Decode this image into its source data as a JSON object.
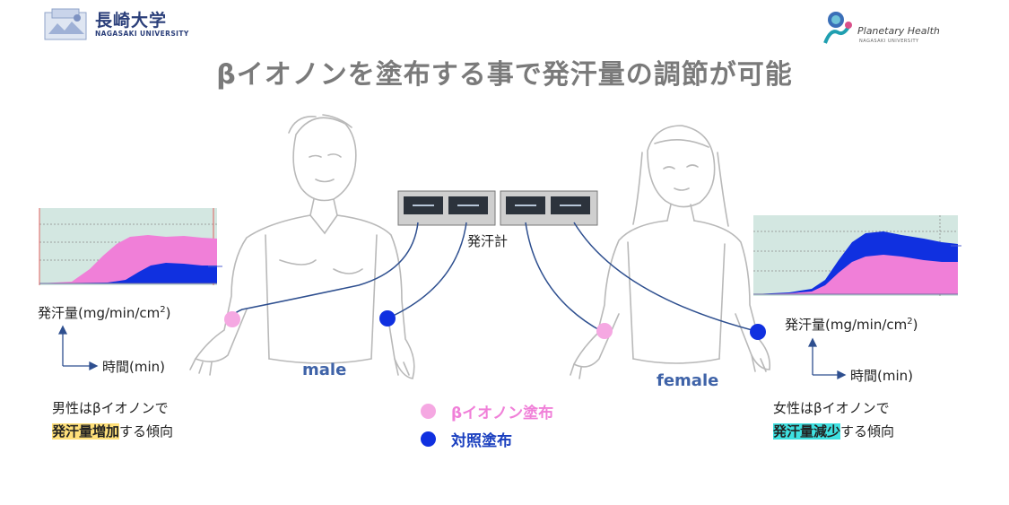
{
  "logos": {
    "left": {
      "name": "長崎大学",
      "sub": "NAGASAKI UNIVERSITY"
    },
    "right": {
      "name": "Planetary Health",
      "sub": "NAGASAKI UNIVERSITY"
    }
  },
  "title": "βイオノンを塗布する事で発汗量の調節が可能",
  "device_label": "発汗計",
  "male": {
    "label": "male",
    "y_axis_label": "発汗量(mg/min/cm",
    "y_axis_sup": "2",
    "y_axis_close": ")",
    "x_axis_label": "時間(min)",
    "note_line1": "男性はβイオノンで",
    "note_highlight": "発汗量増加",
    "note_rest": "する傾向"
  },
  "female": {
    "label": "female",
    "y_axis_label": "発汗量(mg/min/cm",
    "y_axis_sup": "2",
    "y_axis_close": ")",
    "x_axis_label": "時間(min)",
    "note_line1": "女性はβイオノンで",
    "note_highlight": "発汗量減少",
    "note_rest": "する傾向"
  },
  "legend": [
    {
      "label": "βイオノン塗布",
      "color": "#f07fd8"
    },
    {
      "label": "対照塗布",
      "color": "#1030e0"
    }
  ],
  "colors": {
    "pink": "#f07fd8",
    "blue": "#1030e0",
    "wire": "#2e4f8f",
    "title_gray": "#7a7a7a"
  }
}
